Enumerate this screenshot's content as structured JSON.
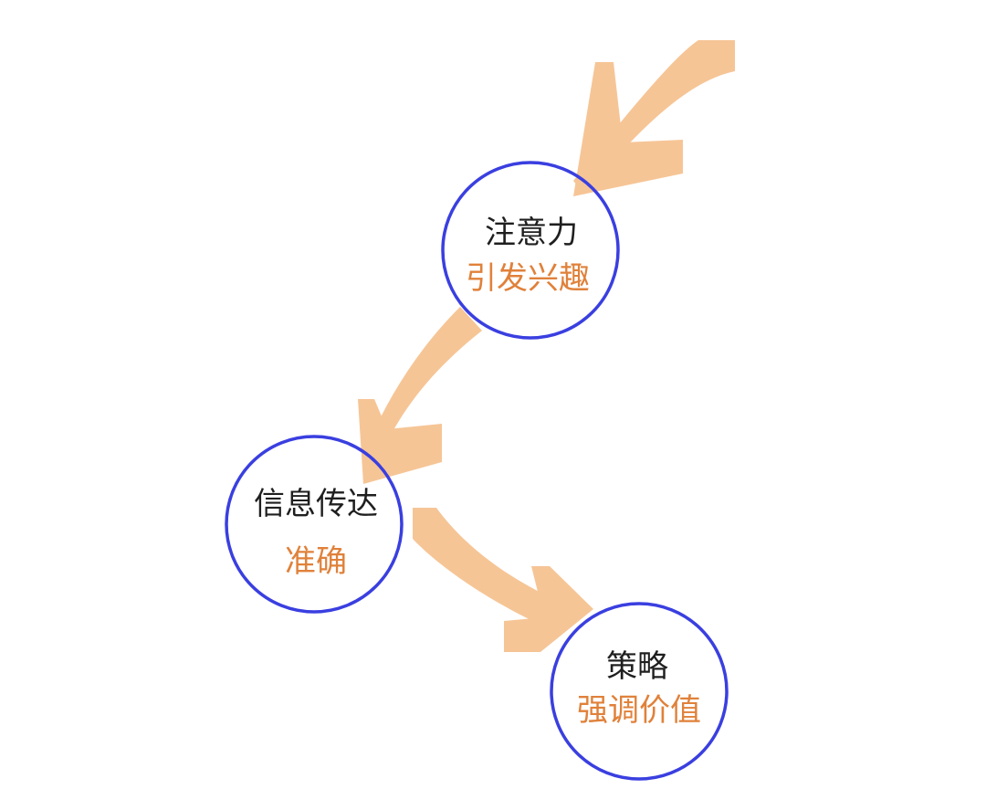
{
  "colors": {
    "arrow": "#f6c596",
    "circle_stroke": "#3a3fe0",
    "title_text": "#1f1f1f",
    "sub_text": "#e0813a",
    "background": "#ffffff"
  },
  "nodes": [
    {
      "title": "注意力",
      "sub": "引发兴趣"
    },
    {
      "title": "信息传达",
      "sub": "准确"
    },
    {
      "title": "策略",
      "sub": "强调价值"
    }
  ]
}
